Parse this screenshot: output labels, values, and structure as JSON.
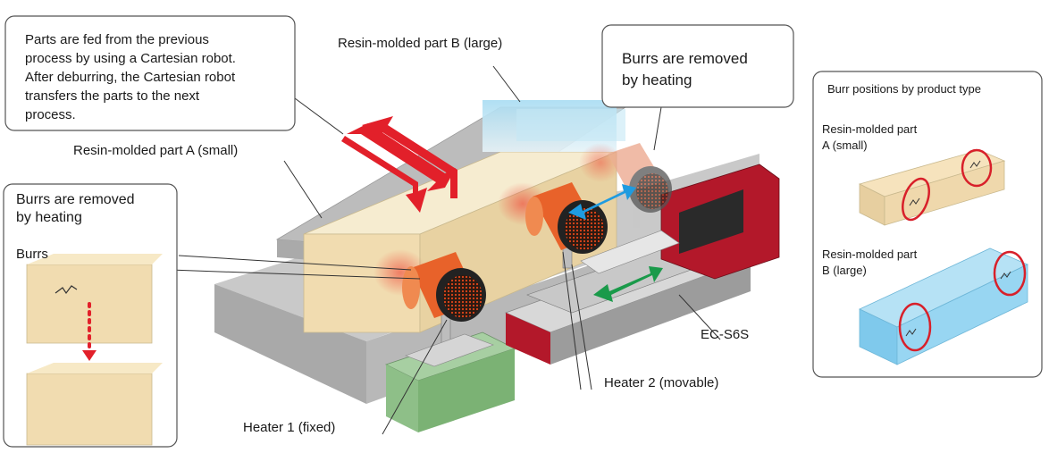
{
  "callouts": {
    "feed": {
      "lines": [
        "Parts are fed from the previous",
        "process by using a Cartesian robot.",
        "After deburring, the Cartesian robot",
        "transfers the parts to the next",
        "process."
      ]
    },
    "heating_top": {
      "lines": [
        "Burrs are removed",
        "by heating"
      ]
    },
    "heating_left": {
      "lines": [
        "Burrs are removed",
        "by heating"
      ],
      "burrs_label": "Burrs"
    }
  },
  "labels": {
    "part_b": "Resin-molded part B (large)",
    "part_a": "Resin-molded part A (small)",
    "actuator": "EC-S6S",
    "heater2": "Heater 2 (movable)",
    "heater1": "Heater 1 (fixed)"
  },
  "burr_panel": {
    "title": "Burr positions by product type",
    "part_a_lines": [
      "Resin-molded part",
      "A (small)"
    ],
    "part_b_lines": [
      "Resin-molded part",
      "B (large)"
    ]
  },
  "colors": {
    "heater_orange": "#e8622a",
    "arrow_red": "#e2202a",
    "arrow_blue": "#1f9be0",
    "arrow_green": "#1a9a4a",
    "part_a_fill": "#f1dcb0",
    "part_b_fill": "#a8dcf2",
    "burr_circle": "#d8202a",
    "actuator_red": "#b3182a"
  }
}
